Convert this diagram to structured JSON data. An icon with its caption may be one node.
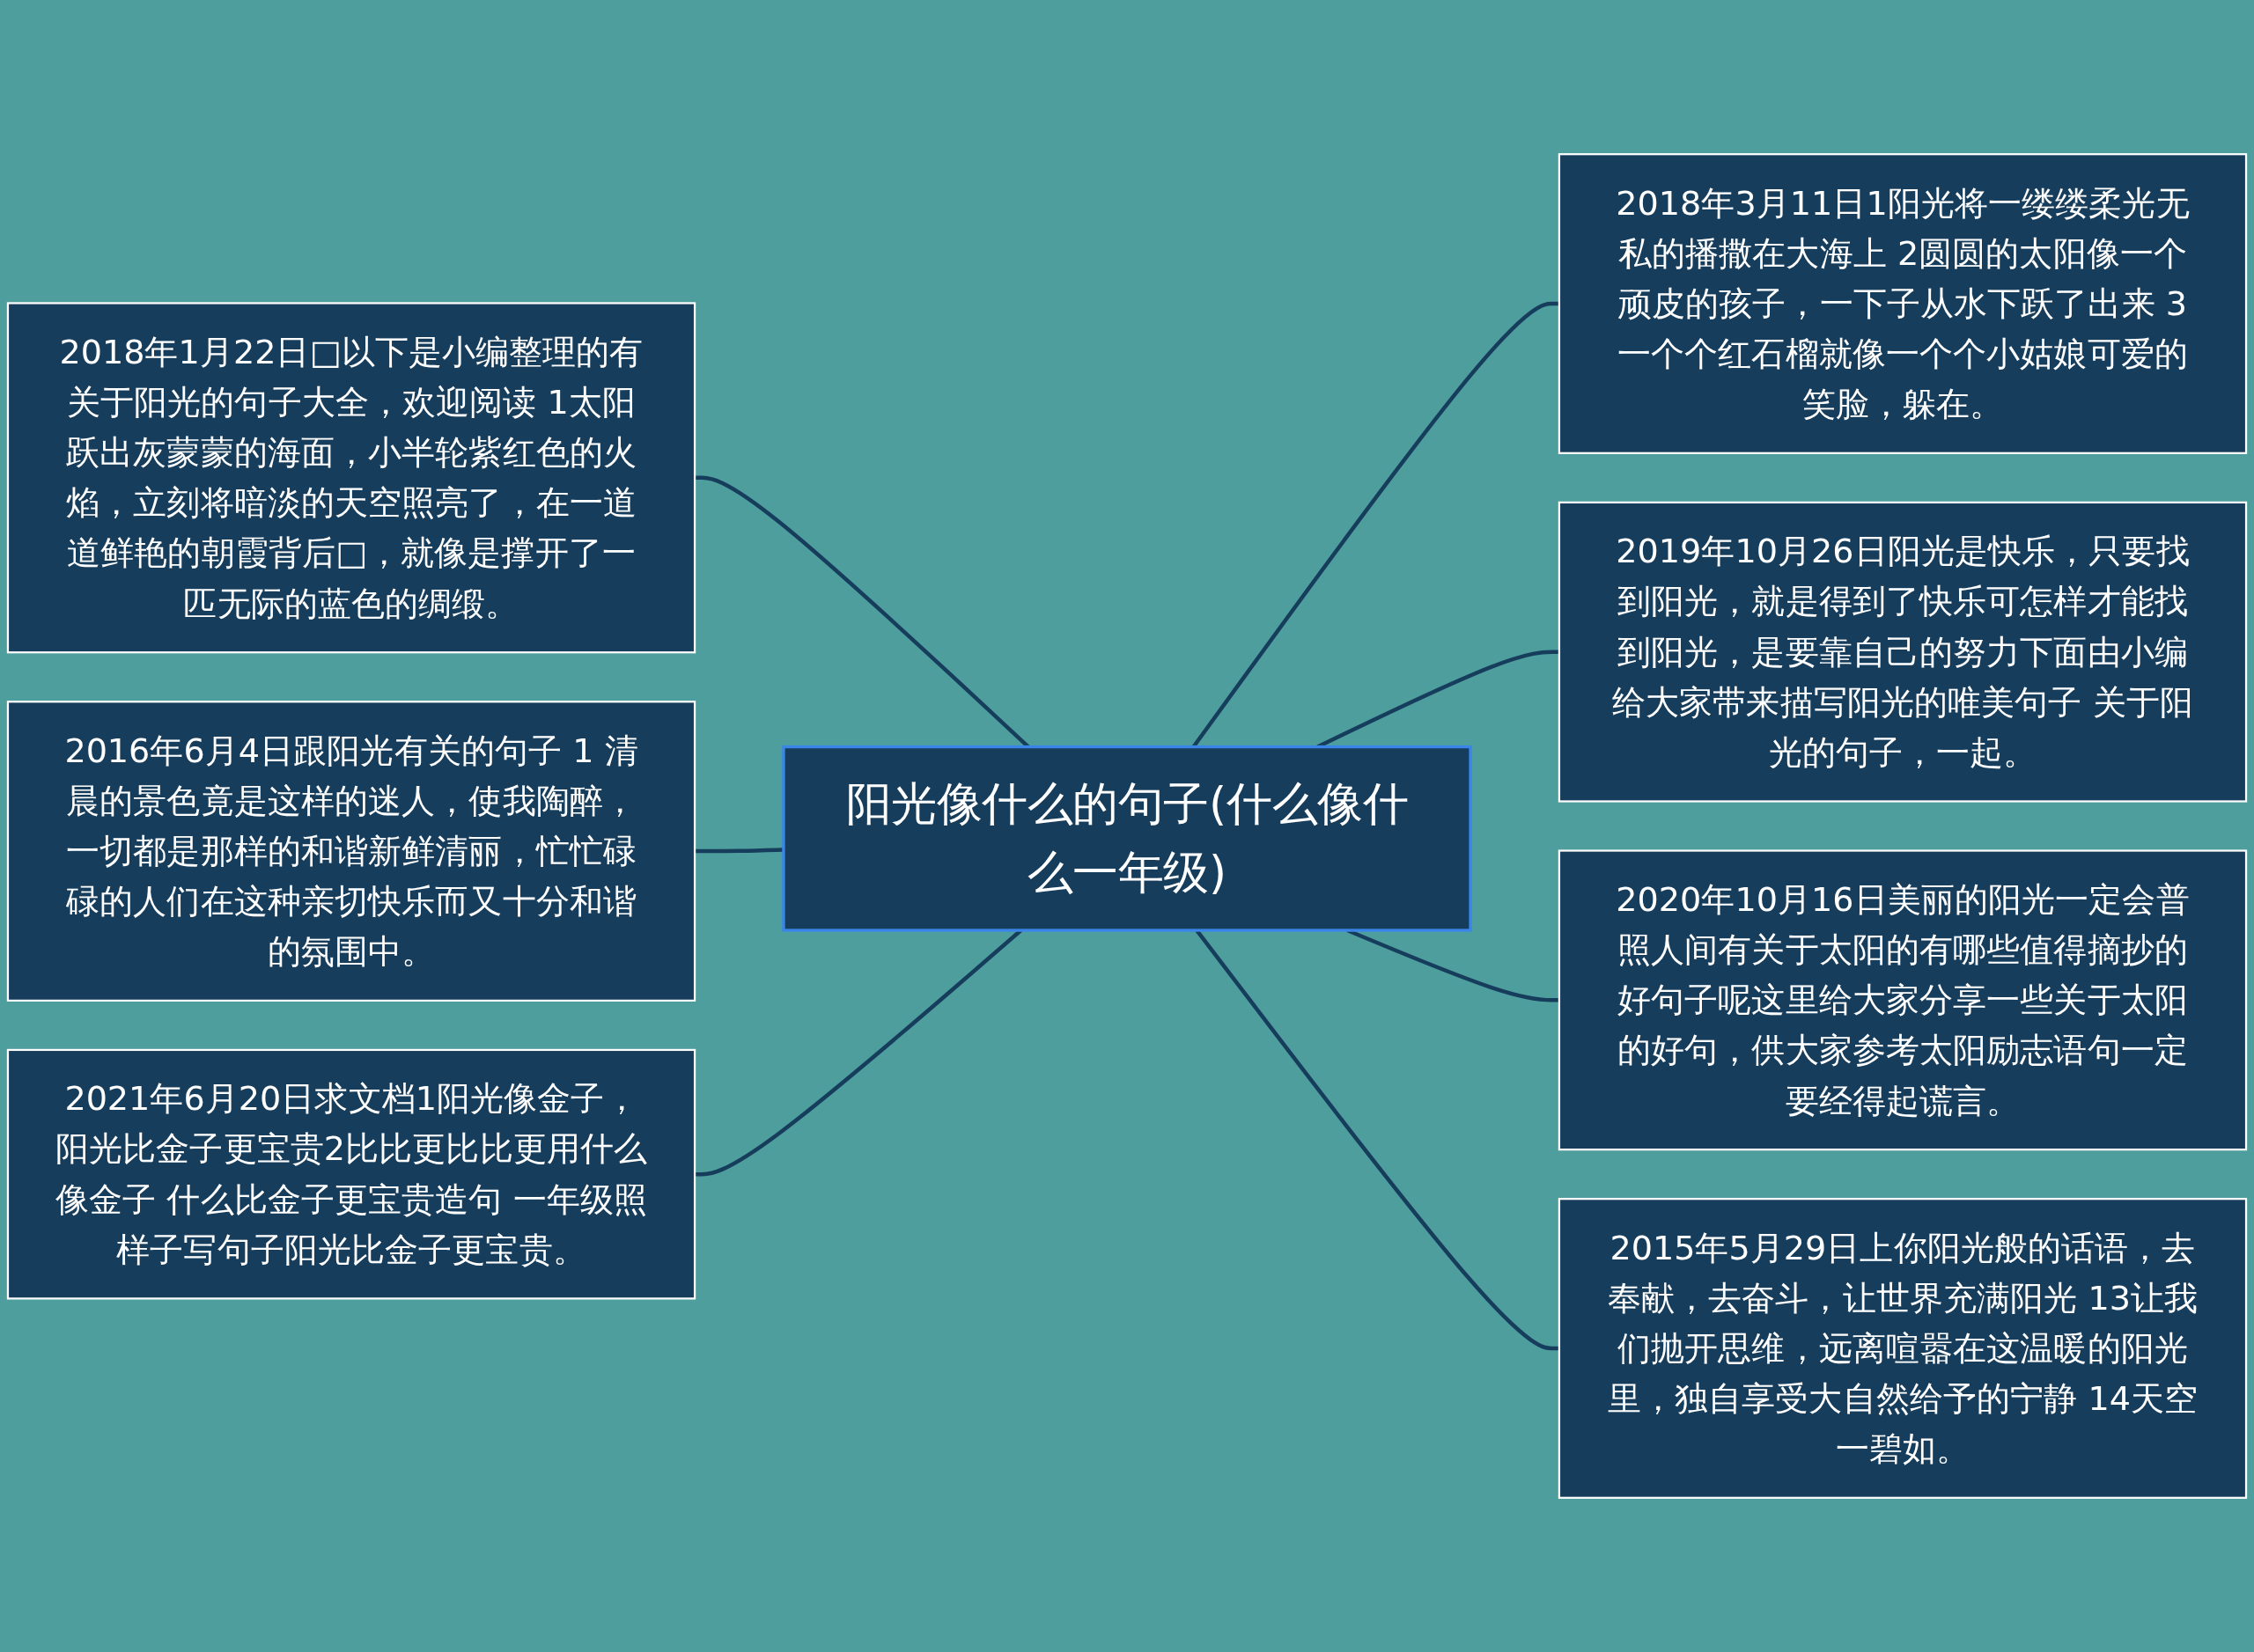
{
  "diagram": {
    "nodes": [
      {
        "text": [
          "阳光像什么的句子(什么像什么一年级)"
        ]
      },
      {
        "text": [
          "2018年1月22日□以下是小编整理的有关于阳光的句子大全，欢迎阅读 1太阳跃出灰蒙蒙的海面，小半轮紫红色的火焰，立刻将暗淡的天空照亮了，在一道道鲜艳的朝霞背后□，就像是撑开了一匹无际的蓝色的绸缎。"
        ]
      },
      {
        "text": [
          "2016年6月4日跟阳光有关的句子 1 清晨的景色竟是这样的迷人，使我陶醉，一切都是那样的和谐新鲜清丽，忙忙碌碌的人们在这种亲切快乐而又十分和谐的氛围中。"
        ]
      },
      {
        "text": [
          "2021年6月20日求文档1阳光像金子，阳光比金子更宝贵2比比更比比更用什么像金子 什么比金子更宝贵造句 一年级照样子写句子阳光比金子更宝贵。"
        ]
      },
      {
        "text": [
          "2018年3月11日1阳光将一缕缕柔光无私的播撒在大海上 2圆圆的太阳像一个顽皮的孩子，一下子从水下跃了出来 3一个个红石榴就像一个个小姑娘可爱的笑脸，躲在。"
        ]
      },
      {
        "text": [
          "2019年10月26日阳光是快乐，只要找到阳光，就是得到了快乐可怎样才能找到阳光，是要靠自己的努力下面由小编给大家带来描写阳光的唯美句子 关于阳光的句子，一起。"
        ]
      },
      {
        "text": [
          "2020年10月16日美丽的阳光一定会普照人间有关于太阳的有哪些值得摘抄的好句子呢这里给大家分享一些关于太阳的好句，供大家参考太阳励志语句一定要经得起谎言。"
        ]
      },
      {
        "text": [
          "2015年5月29日上你阳光般的话语，去奉献，去奋斗，让世界充满阳光 13让我们抛开思维，远离喧嚣在这温暖的阳光里，独自享受大自然给予的宁静 14天空一碧如。"
        ]
      }
    ],
    "edges": [
      {
        "from": 0,
        "to": 1,
        "arrow": "none"
      },
      {
        "from": 0,
        "to": 2,
        "arrow": "none"
      },
      {
        "from": 0,
        "to": 3,
        "arrow": "none"
      },
      {
        "from": 0,
        "to": 4,
        "arrow": "none"
      },
      {
        "from": 0,
        "to": 5,
        "arrow": "none"
      },
      {
        "from": 0,
        "to": 6,
        "arrow": "none"
      },
      {
        "from": 0,
        "to": 7,
        "arrow": "none"
      }
    ]
  }
}
